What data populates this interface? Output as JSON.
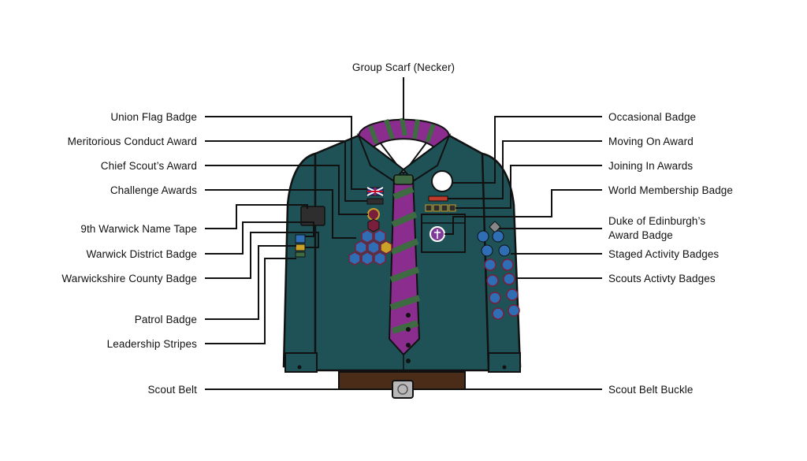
{
  "diagram": {
    "colors": {
      "shirt": "#1e5256",
      "shirt_shade": "#163f43",
      "outline": "#111111",
      "scarf_purple": "#8b2c8f",
      "scarf_green": "#3f6b43",
      "belt": "#4a2c18",
      "buckle": "#b8b8b8",
      "badge_blue": "#2f6db5",
      "badge_maroon": "#7a1f3b",
      "award_purple": "#7d3c98",
      "award_gold": "#c9a227"
    },
    "labels": {
      "top": {
        "group_scarf": "Group Scarf (Necker)"
      },
      "left": {
        "union_flag": "Union Flag Badge",
        "meritorious": "Meritorious Conduct Award",
        "chief_scout": "Chief Scout’s Award",
        "challenge": "Challenge Awards",
        "name_tape": "9th Warwick Name Tape",
        "district": "Warwick District Badge",
        "county": "Warwickshire County Badge",
        "patrol": "Patrol Badge",
        "leadership": "Leadership Stripes",
        "belt": "Scout Belt"
      },
      "right": {
        "occasional": "Occasional Badge",
        "moving_on": "Moving On Award",
        "joining_in": "Joining In Awards",
        "world_membership": "World Membership Badge",
        "duke_line1": "Duke of Edinburgh’s",
        "duke_line2": "Award Badge",
        "staged": "Staged Activity Badges",
        "activity": "Scouts Activty Badges",
        "buckle": "Scout Belt Buckle"
      }
    }
  }
}
